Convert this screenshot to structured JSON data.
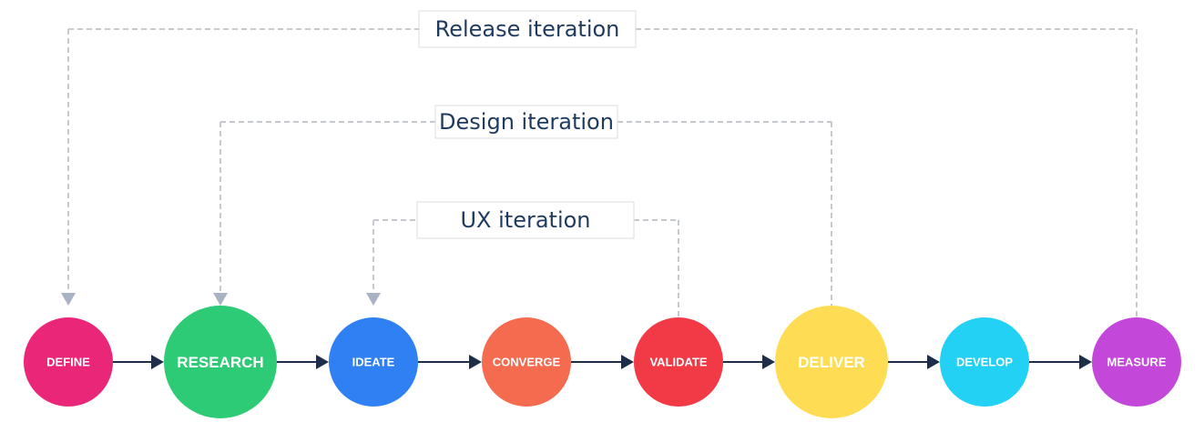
{
  "colors": {
    "arrow": "#1c2e4a",
    "loop": "#c5c9d0",
    "loop_head": "#a9b1c4",
    "label_border": "#d8dce2",
    "label_text": "#1f3a5f"
  },
  "nodes": [
    {
      "id": "define",
      "label": "DEFINE",
      "color": "#ea2678",
      "size": "small"
    },
    {
      "id": "research",
      "label": "RESEARCH",
      "color": "#2dcb75",
      "size": "large"
    },
    {
      "id": "ideate",
      "label": "IDEATE",
      "color": "#2f80f2",
      "size": "small"
    },
    {
      "id": "converge",
      "label": "CONVERGE",
      "color": "#f46b50",
      "size": "small"
    },
    {
      "id": "validate",
      "label": "VALIDATE",
      "color": "#f23a47",
      "size": "small"
    },
    {
      "id": "deliver",
      "label": "DELIVER",
      "color": "#fedd55",
      "size": "large"
    },
    {
      "id": "develop",
      "label": "DEVELOP",
      "color": "#22d1f3",
      "size": "small"
    },
    {
      "id": "measure",
      "label": "MEASURE",
      "color": "#c347d8",
      "size": "small"
    }
  ],
  "flow_edges": [
    {
      "from": "define",
      "to": "research"
    },
    {
      "from": "research",
      "to": "ideate"
    },
    {
      "from": "ideate",
      "to": "converge"
    },
    {
      "from": "converge",
      "to": "validate"
    },
    {
      "from": "validate",
      "to": "deliver"
    },
    {
      "from": "deliver",
      "to": "develop"
    },
    {
      "from": "develop",
      "to": "measure"
    }
  ],
  "iterations": [
    {
      "id": "release",
      "label": "Release iteration",
      "from": "measure",
      "to": "define"
    },
    {
      "id": "design",
      "label": "Design iteration",
      "from": "deliver",
      "to": "research"
    },
    {
      "id": "ux",
      "label": "UX iteration",
      "from": "validate",
      "to": "ideate"
    }
  ]
}
